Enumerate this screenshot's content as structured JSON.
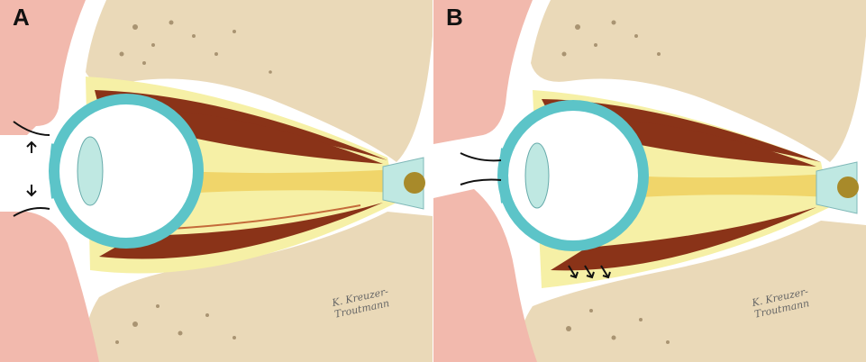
{
  "panels": [
    {
      "label": "A"
    },
    {
      "label": "B"
    }
  ],
  "signature": "K. Kreuzer-Troutmann",
  "colors": {
    "bone": "#ead9b8",
    "bone_pores": "#a99472",
    "fat": "#f6f0a6",
    "muscle": "#8a3318",
    "muscle_highlight": "#c46a3a",
    "sclera_ring": "#5cc4c8",
    "lens": "#bfe8e2",
    "optic_nerve": "#f0d56a",
    "eyelid_skin": "#f2b9ad",
    "arrow": "#111111"
  },
  "icons": [
    "arrow-up-icon",
    "arrow-down-icon",
    "arrow-down-right-icon"
  ]
}
